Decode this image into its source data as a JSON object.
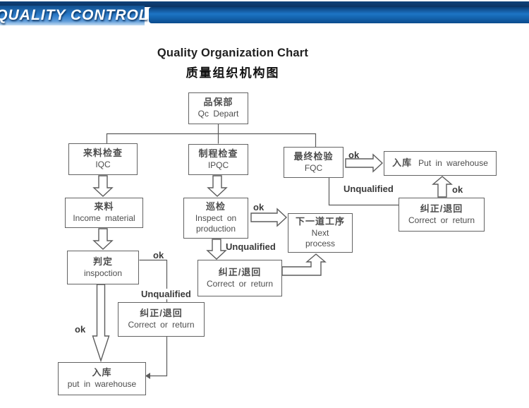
{
  "banner": {
    "title": "QUALITY CONTROL"
  },
  "page": {
    "title_en": "Quality Organization Chart",
    "title_cn": "质量组织机构图"
  },
  "labels": {
    "ok": "ok",
    "unqualified": "Unqualified"
  },
  "boxes": {
    "qc_depart": {
      "cn": "品保部",
      "en": "Qc Depart"
    },
    "iqc": {
      "cn": "来料检查",
      "en": "IQC"
    },
    "ipqc": {
      "cn": "制程检查",
      "en": "IPQC"
    },
    "fqc": {
      "cn": "最终检验",
      "en": "FQC"
    },
    "warehouse_top": {
      "cn": "入库",
      "en": "Put in warehouse"
    },
    "income_material": {
      "cn": "来料",
      "en": "Income material"
    },
    "patrol_inspect": {
      "cn": "巡检",
      "en": "Inspect on\nproduction"
    },
    "next_process": {
      "cn": "下一道工序",
      "en": "Next\nprocess"
    },
    "correct_return_right": {
      "cn": "纠正/退回",
      "en": "Correct or return"
    },
    "judge": {
      "cn": "判定",
      "en": "inspoction"
    },
    "correct_return_mid": {
      "cn": "纠正/退回",
      "en": "Correct or return"
    },
    "correct_return_left": {
      "cn": "纠正/退回",
      "en": "Correct or return"
    },
    "warehouse_bottom": {
      "cn": "入库",
      "en": "put in warehouse"
    }
  },
  "colors": {
    "banner_dark_blue": "#0c3463",
    "banner_bright_blue": "#1d74c4",
    "banner_light_shine": "#c2dcf2",
    "line_gray": "#5c5c5c",
    "text_gray": "#4d4d4d",
    "background": "#ffffff"
  }
}
